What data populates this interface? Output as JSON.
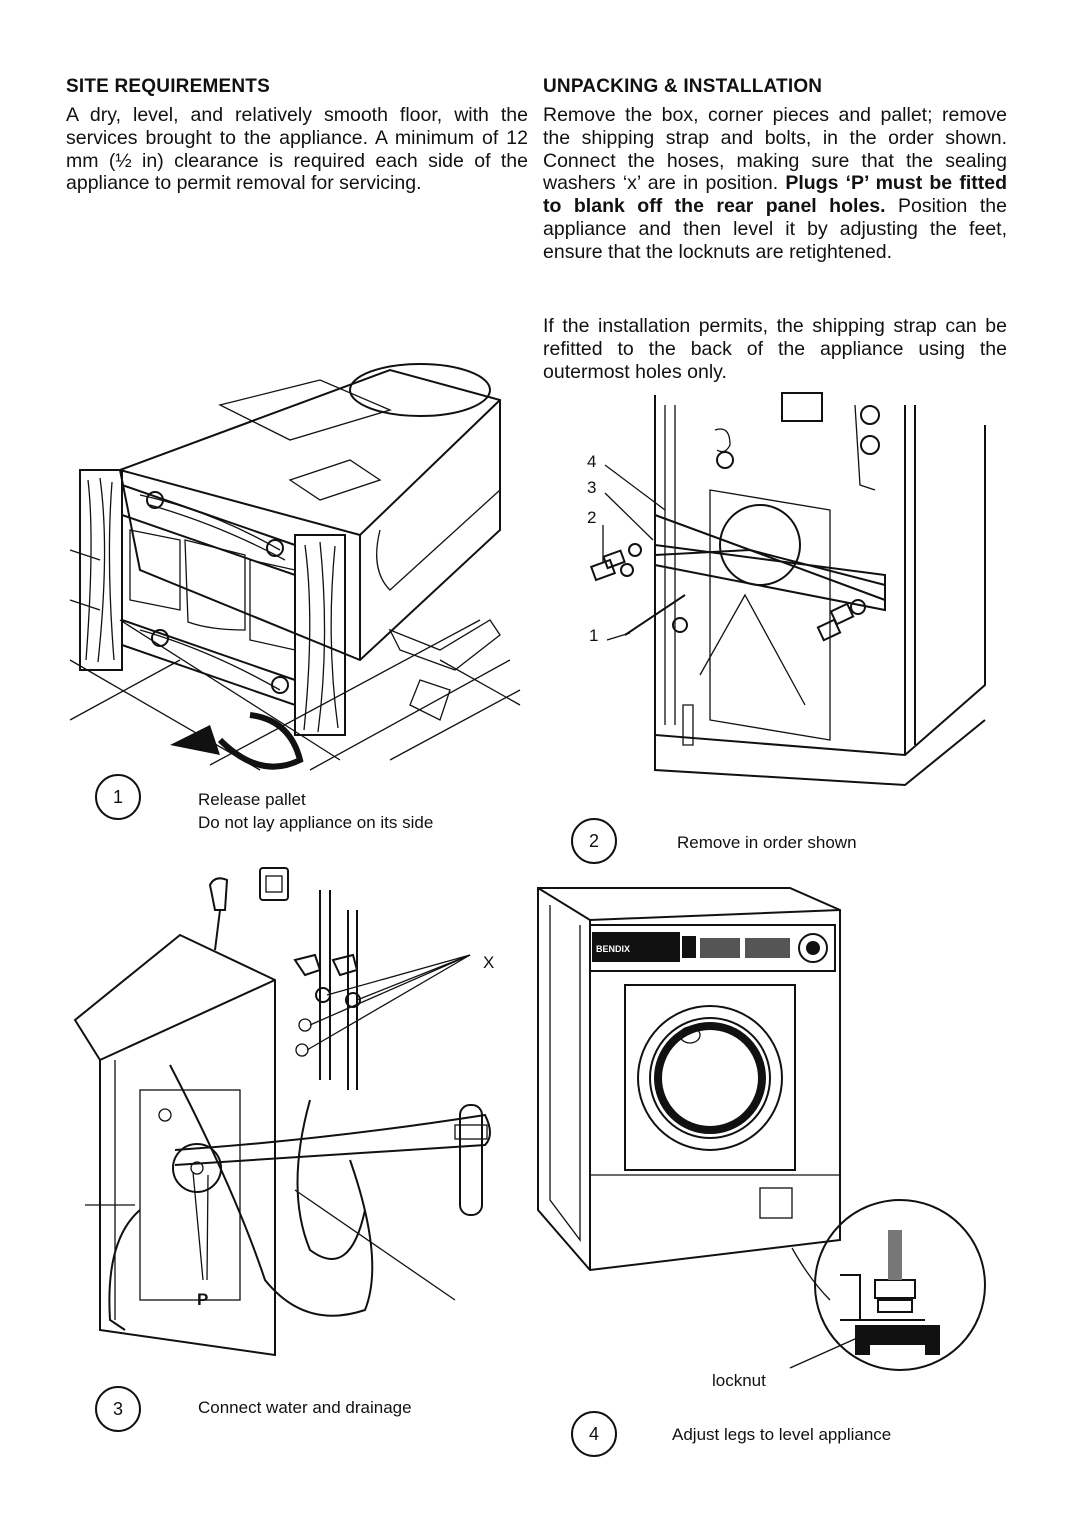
{
  "site": {
    "heading": "SITE REQUIREMENTS",
    "text": "A dry, level, and relatively smooth floor, with the services brought to the appliance. A minimum of 12 mm (½ in) clearance is required each side of the appliance to permit removal for servicing."
  },
  "unpacking": {
    "heading": "UNPACKING & INSTALLATION",
    "text_a": "Remove the box, corner pieces and pallet; remove the shipping strap and bolts, in the order shown. Connect the hoses, making sure that the sealing washers ‘x’ are in position.",
    "text_bold": "Plugs ‘P’ must be fitted to blank off the rear panel holes.",
    "text_b": "Position the appliance and then level it by adjusting the feet, ensure that the locknuts are retightened.",
    "text2": "If the installation permits, the shipping strap can be refitted to the back of the appliance using the outermost holes only."
  },
  "steps": [
    {
      "number": "1",
      "line1": "Release pallet",
      "line2": "Do not lay appliance on its side"
    },
    {
      "number": "2",
      "line1": "Remove in order shown"
    },
    {
      "number": "3",
      "line1": "Connect water and drainage"
    },
    {
      "number": "4",
      "line1": "Adjust legs to level appliance"
    }
  ],
  "labels": {
    "order_4": "4",
    "order_3": "3",
    "order_2": "2",
    "order_1": "1",
    "washers_x": "X",
    "plugs_p": "P",
    "locknut": "locknut",
    "brand": "BENDIX"
  }
}
